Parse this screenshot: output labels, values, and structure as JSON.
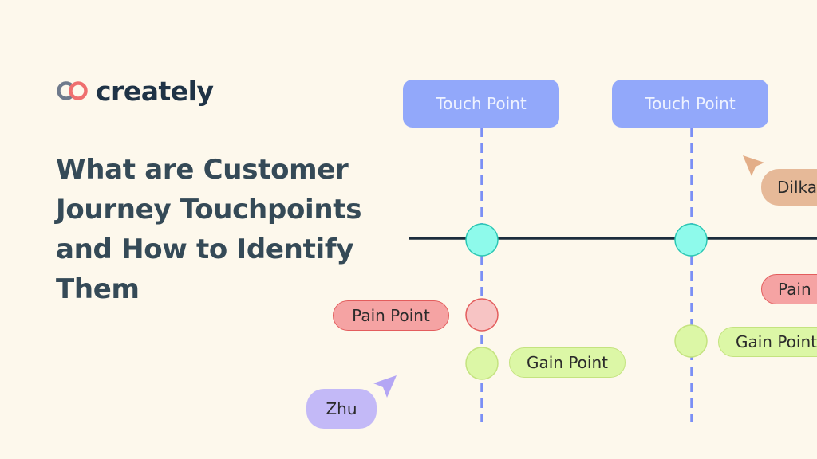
{
  "brand": {
    "name": "creately",
    "mark_colors": [
      "#6f7a8c",
      "#ef6f6f"
    ]
  },
  "headline": "What are Customer Journey Touchpoints and How to Identify Them",
  "diagram": {
    "touch_points": [
      {
        "label": "Touch Point"
      },
      {
        "label": "Touch Point"
      }
    ],
    "pain_points": [
      {
        "label": "Pain Point"
      },
      {
        "label": "Pain "
      }
    ],
    "gain_points": [
      {
        "label": "Gain Point"
      },
      {
        "label": "Gain Point"
      }
    ],
    "cursors": [
      {
        "name": "Zhu",
        "color": "#c3b9f7",
        "arrow_color": "#b4a6f4"
      },
      {
        "name": "Dilka",
        "color": "#e6b998",
        "arrow_color": "#e3ae88"
      }
    ],
    "colors": {
      "background": "#fdf8ec",
      "touch_point_box": "#92a8fa",
      "dashed_line": "#7b8ff5",
      "timeline": "#1c2d3d",
      "node_fill": "#8efaeb",
      "node_stroke": "#2bc7b4",
      "pain_fill": "#f7c4c4",
      "pain_stroke": "#e35d5d",
      "gain_fill": "#dcf7a6",
      "gain_stroke": "#c4e37f"
    }
  }
}
